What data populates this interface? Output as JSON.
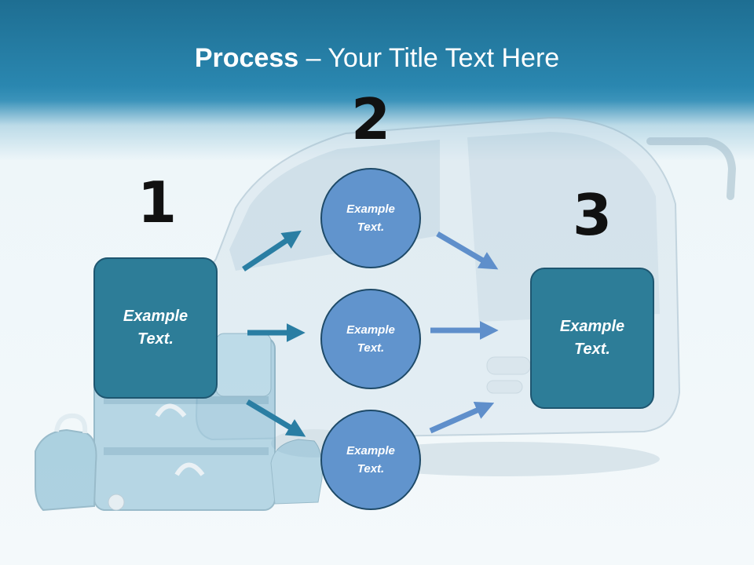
{
  "slide": {
    "title_bold": "Process",
    "title_rest": " – Your Title Text Here",
    "steps": [
      {
        "number": "1",
        "label": "Example\nText."
      },
      {
        "number": "2",
        "items": [
          "Example\nText.",
          "Example\nText.",
          "Example\nText."
        ]
      },
      {
        "number": "3",
        "label": "Example\nText."
      }
    ]
  },
  "colors": {
    "header": "#2a87b0",
    "box_fill": "#2d7d98",
    "circle_fill": "#6194cd",
    "arrow_dark": "#2a7ea3",
    "arrow_light": "#5f8fcb"
  },
  "background_icons": [
    "bus-image",
    "luggage-image"
  ]
}
